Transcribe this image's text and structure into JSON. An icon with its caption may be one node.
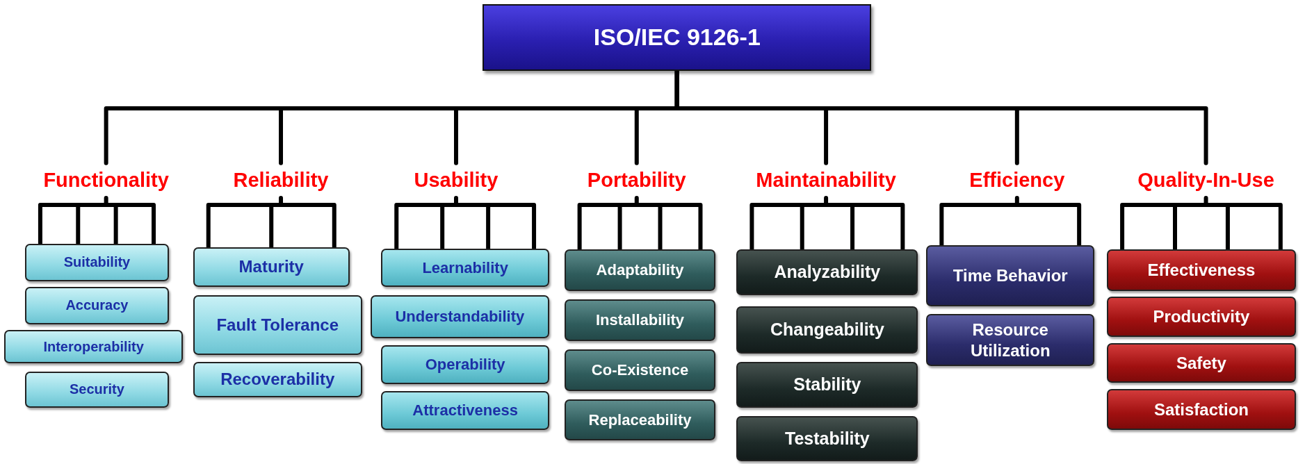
{
  "diagram": {
    "nodes": [
      {
        "text": [
          "ISO/IEC 9126-1"
        ]
      },
      {
        "text": [
          "Functionality"
        ]
      },
      {
        "text": [
          "Reliability"
        ]
      },
      {
        "text": [
          "Usability"
        ]
      },
      {
        "text": [
          "Portability"
        ]
      },
      {
        "text": [
          "Maintainability"
        ]
      },
      {
        "text": [
          "Efficiency"
        ]
      },
      {
        "text": [
          "Quality-In-Use"
        ]
      },
      {
        "text": [
          "Suitability"
        ]
      },
      {
        "text": [
          "Accuracy"
        ]
      },
      {
        "text": [
          "Interoperability"
        ]
      },
      {
        "text": [
          "Security"
        ]
      },
      {
        "text": [
          "Maturity"
        ]
      },
      {
        "text": [
          "Fault Tolerance"
        ]
      },
      {
        "text": [
          "Recoverability"
        ]
      },
      {
        "text": [
          "Learnability"
        ]
      },
      {
        "text": [
          "Understandability"
        ]
      },
      {
        "text": [
          "Operability"
        ]
      },
      {
        "text": [
          "Attractiveness"
        ]
      },
      {
        "text": [
          "Adaptability"
        ]
      },
      {
        "text": [
          "Installability"
        ]
      },
      {
        "text": [
          "Co-Existence"
        ]
      },
      {
        "text": [
          "Replaceability"
        ]
      },
      {
        "text": [
          "Analyzability"
        ]
      },
      {
        "text": [
          "Changeability"
        ]
      },
      {
        "text": [
          "Stability"
        ]
      },
      {
        "text": [
          "Testability"
        ]
      },
      {
        "text": [
          "Time Behavior"
        ]
      },
      {
        "text": [
          "Resource Utilization"
        ]
      },
      {
        "text": [
          "Effectiveness"
        ]
      },
      {
        "text": [
          "Productivity"
        ]
      },
      {
        "text": [
          "Safety"
        ]
      },
      {
        "text": [
          "Satisfaction"
        ]
      }
    ],
    "edges": [
      {
        "from": 0,
        "to": 1,
        "arrow": "none"
      },
      {
        "from": 0,
        "to": 2,
        "arrow": "none"
      },
      {
        "from": 0,
        "to": 3,
        "arrow": "none"
      },
      {
        "from": 0,
        "to": 4,
        "arrow": "none"
      },
      {
        "from": 0,
        "to": 5,
        "arrow": "none"
      },
      {
        "from": 0,
        "to": 6,
        "arrow": "none"
      },
      {
        "from": 0,
        "to": 7,
        "arrow": "none"
      },
      {
        "from": 1,
        "to": 8,
        "arrow": "none"
      },
      {
        "from": 2,
        "to": 12,
        "arrow": "none"
      },
      {
        "from": 3,
        "to": 15,
        "arrow": "none"
      },
      {
        "from": 4,
        "to": 19,
        "arrow": "none"
      },
      {
        "from": 5,
        "to": 23,
        "arrow": "none"
      },
      {
        "from": 6,
        "to": 27,
        "arrow": "none"
      },
      {
        "from": 7,
        "to": 29,
        "arrow": "none"
      }
    ]
  }
}
